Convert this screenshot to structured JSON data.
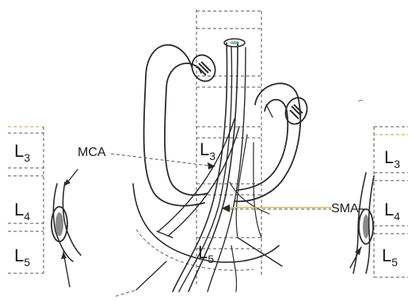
{
  "labels": {
    "left_l3": "L",
    "left_l3_sub": "3",
    "left_l4": "L",
    "left_l4_sub": "4",
    "left_l5": "L",
    "left_l5_sub": "5",
    "center_l3": "L",
    "center_l3_sub": "3",
    "center_l5": "L",
    "center_l5_sub": "5",
    "right_l3": "L",
    "right_l3_sub": "3",
    "right_l4": "L",
    "right_l4_sub": "4",
    "right_l5": "L",
    "right_l5_sub": "5",
    "mca": "MCA",
    "sma": "SMA"
  },
  "colors": {
    "ink": "#2a2a2a",
    "vertebra_accent": "#c9a23a",
    "sma_line_accent": "#e0c020",
    "marker_accent": "#3a9a6a"
  }
}
